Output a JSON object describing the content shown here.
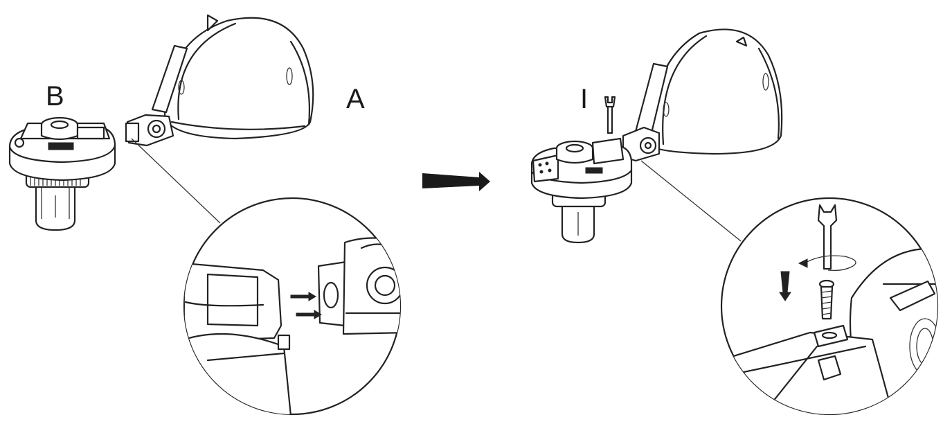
{
  "labels": {
    "part_b": "B",
    "part_a": "A",
    "step_1": "I"
  },
  "colors": {
    "line": "#222222",
    "background": "#ffffff"
  },
  "icons": [
    "wrench-icon",
    "arrow-right-icon",
    "arrow-down-icon",
    "screw-icon",
    "rotation-arrow-icon"
  ]
}
